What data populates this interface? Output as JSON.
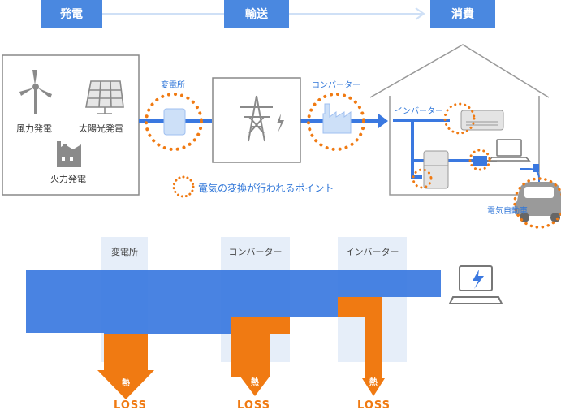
{
  "stages": {
    "generation": "発電",
    "transmission": "輸送",
    "consumption": "消費"
  },
  "sources": {
    "wind": "風力発電",
    "solar": "太陽光発電",
    "thermal": "火力発電"
  },
  "labels": {
    "substation": "変電所",
    "converter": "コンバーター",
    "inverter": "インバーター",
    "ev": "電気自動車",
    "legend": "電気の変換が行われるポイント"
  },
  "loss_chart": {
    "columns": [
      "変電所",
      "コンバーター",
      "インバーター"
    ],
    "heat_label": "熱",
    "loss_label": "LOSS"
  },
  "colors": {
    "blue": "#3a78e0",
    "stage_blue": "#4a88e0",
    "orange": "#f07a12",
    "light_blue": "#e6eef9"
  }
}
